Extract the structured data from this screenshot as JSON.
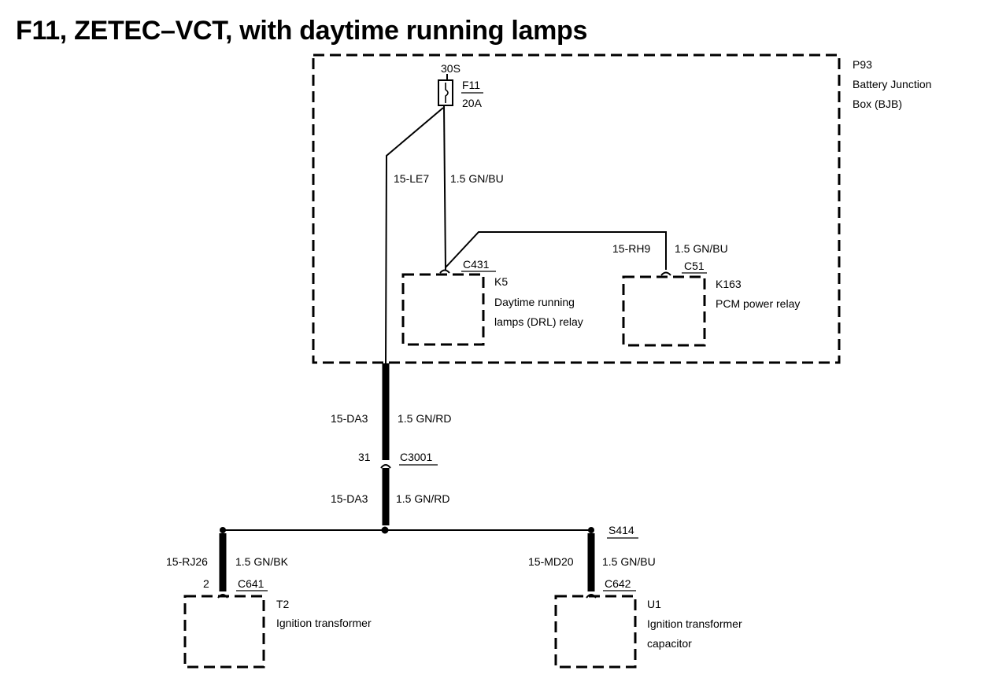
{
  "title": "F11, ZETEC–VCT, with daytime running lamps",
  "bjb": {
    "id": "P93",
    "name_line1": "Battery Junction",
    "name_line2": "Box (BJB)"
  },
  "fuse": {
    "supply": "30S",
    "id": "F11",
    "rating": "20A"
  },
  "wires": {
    "le7_circuit": "15-LE7",
    "le7_spec": "1.5 GN/BU",
    "rh9_circuit": "15-RH9",
    "rh9_spec": "1.5 GN/BU",
    "da3_upper_circuit": "15-DA3",
    "da3_upper_spec": "1.5 GN/RD",
    "da3_lower_circuit": "15-DA3",
    "da3_lower_spec": "1.5 GN/RD",
    "rj26_circuit": "15-RJ26",
    "rj26_spec": "1.5 GN/BK",
    "md20_circuit": "15-MD20",
    "md20_spec": "1.5 GN/BU"
  },
  "connectors": {
    "c431": "C431",
    "c51": "C51",
    "c3001": "C3001",
    "c3001_pin": "31",
    "s414": "S414",
    "c641": "C641",
    "c641_pin": "2",
    "c642": "C642"
  },
  "components": {
    "k5": {
      "id": "K5",
      "line1": "Daytime running",
      "line2": "lamps (DRL) relay"
    },
    "k163": {
      "id": "K163",
      "line1": "PCM power relay"
    },
    "t2": {
      "id": "T2",
      "line1": "Ignition transformer"
    },
    "u1": {
      "id": "U1",
      "line1": "Ignition transformer",
      "line2": "capacitor"
    }
  }
}
